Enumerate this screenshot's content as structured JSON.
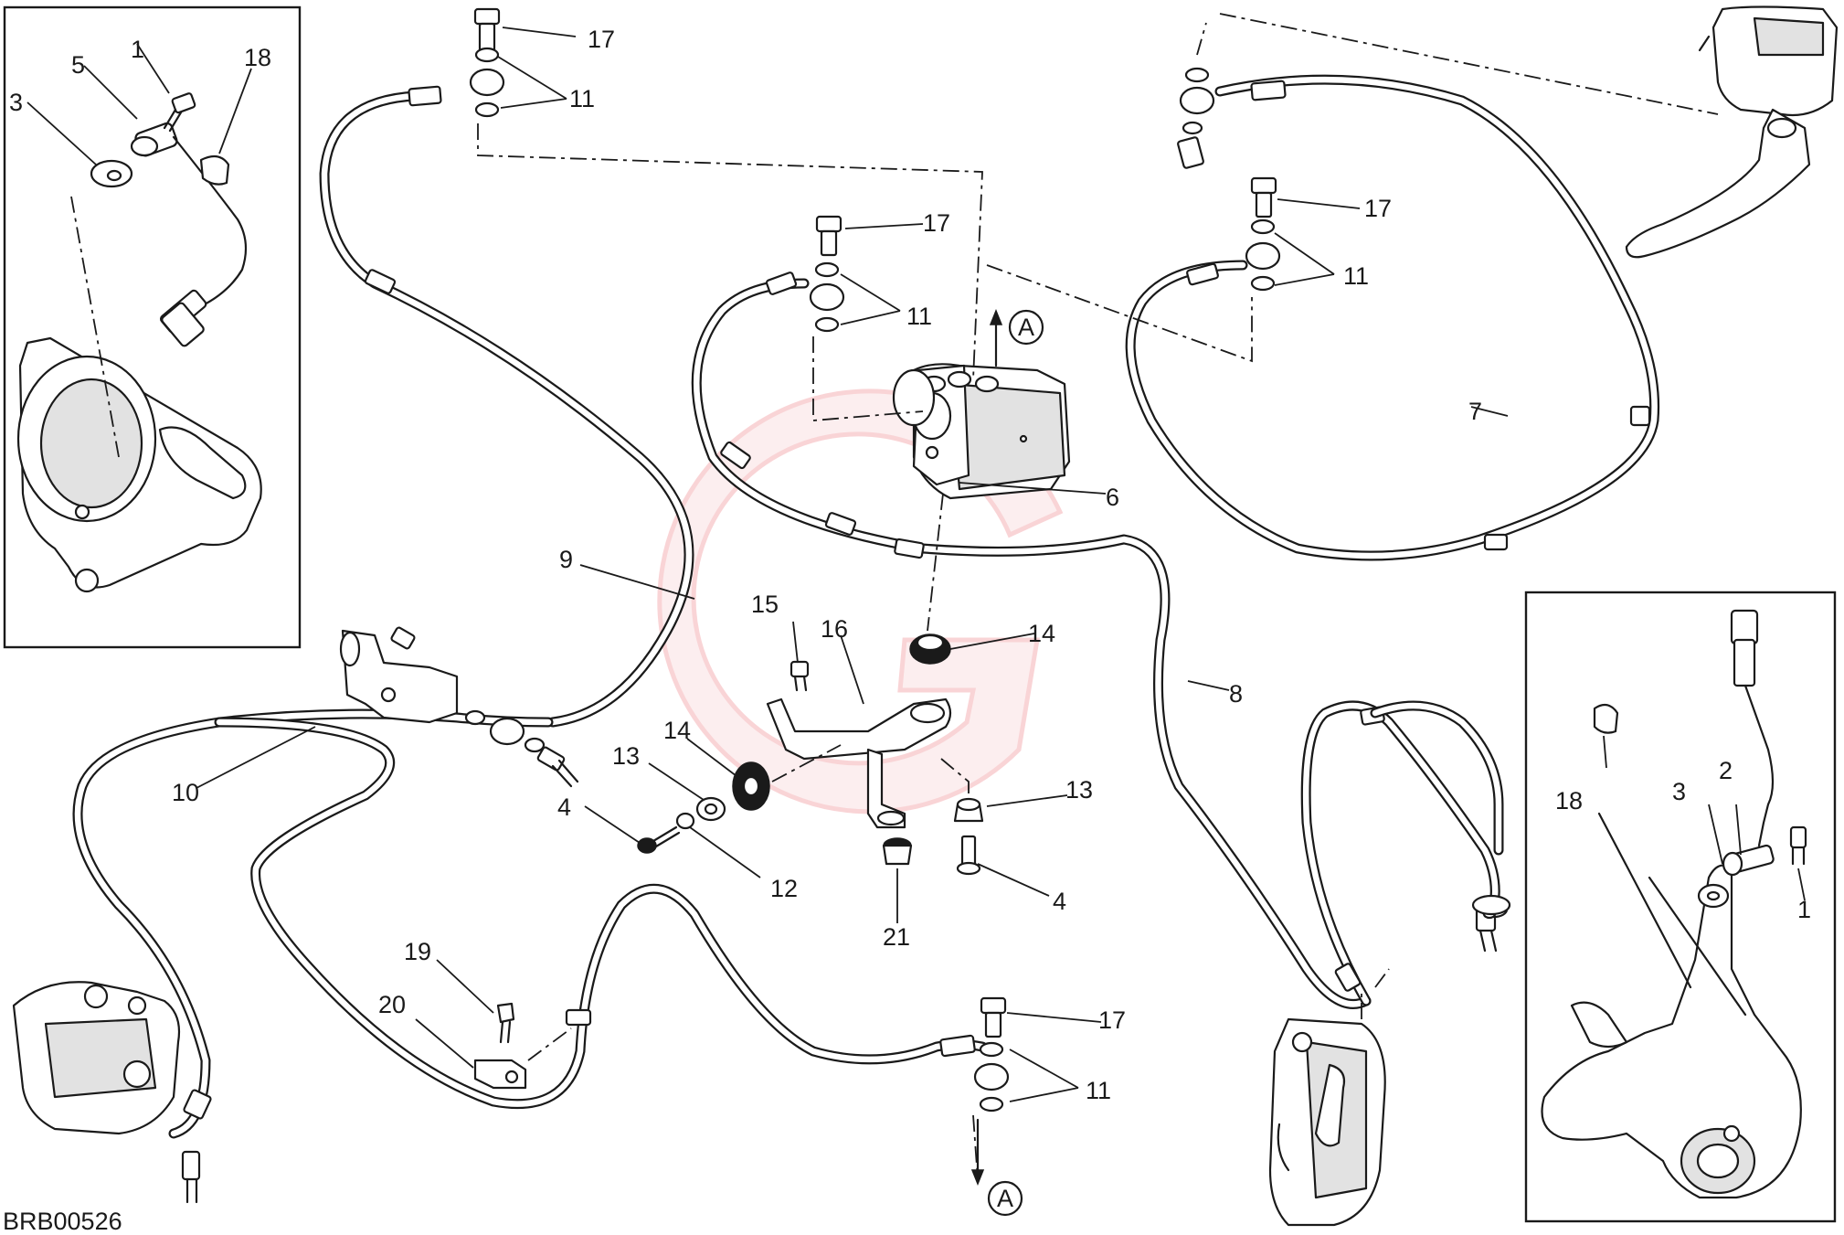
{
  "diagram": {
    "drawing_code": "BRB00526",
    "section_marker": "A",
    "callouts": {
      "c1": "1",
      "c2": "2",
      "c3": "3",
      "c4": "4",
      "c5": "5",
      "c6": "6",
      "c7": "7",
      "c8": "8",
      "c9": "9",
      "c10": "10",
      "c11": "11",
      "c12": "12",
      "c13": "13",
      "c14": "14",
      "c15": "15",
      "c16": "16",
      "c17": "17",
      "c18": "18",
      "c19": "19",
      "c20": "20",
      "c21": "21"
    }
  },
  "watermark": {
    "letter": "G",
    "color": "#e8404a"
  },
  "colors": {
    "ink": "#1a1a1a",
    "background": "#ffffff"
  }
}
